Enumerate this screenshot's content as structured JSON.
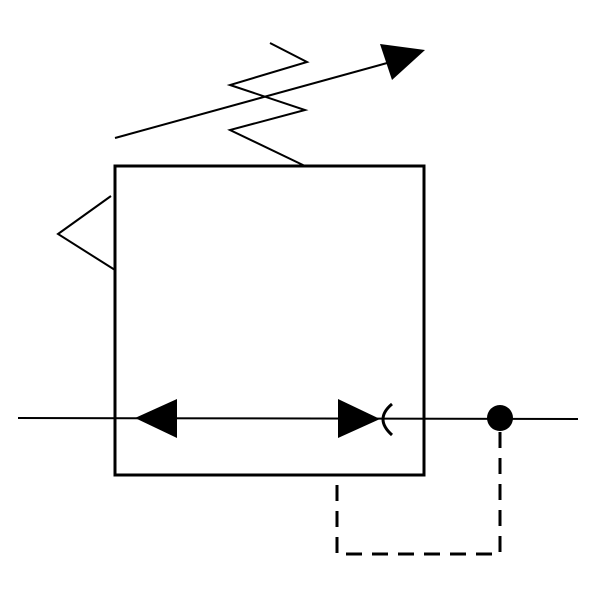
{
  "diagram": {
    "symbol": "pressure-regulating-valve",
    "background_color": "#ffffff",
    "stroke_color": "#000000",
    "elements": [
      "valve-body",
      "adjustable-spring",
      "adjustment-arrow",
      "detent-notch",
      "flow-line",
      "flow-arrow-left",
      "flow-arrow-right",
      "orifice-arc",
      "pilot-junction-dot",
      "pilot-dashed-line"
    ]
  }
}
